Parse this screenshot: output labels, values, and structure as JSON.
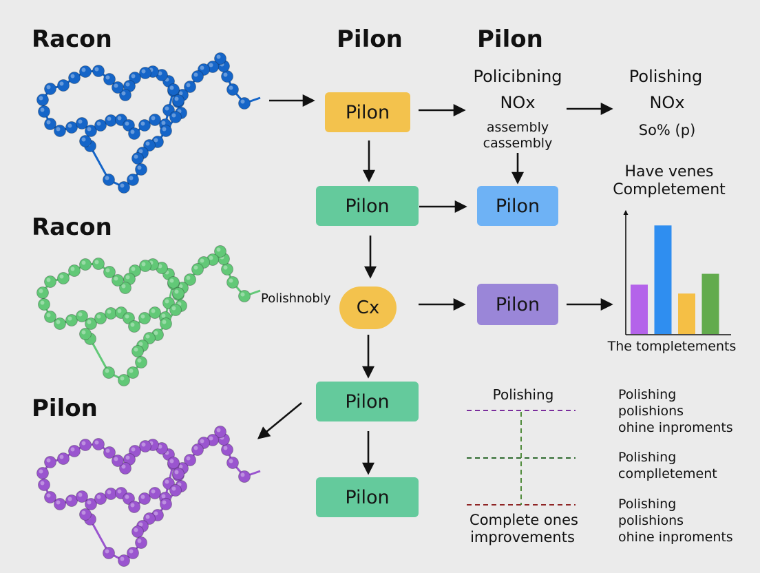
{
  "colors": {
    "background": "#ebebeb",
    "yellow": "#f3c24d",
    "green": "#64ca9c",
    "blue": "#6eb2f5",
    "purple": "#9a86d8",
    "chain_blue": "#1565c8",
    "chain_green": "#62c877",
    "chain_purple": "#9a55cf",
    "bar_purple": "#b463ea",
    "bar_blue": "#2f8ef0",
    "bar_yellow": "#f5bf45",
    "bar_green": "#62ab4d",
    "dash_purple": "#7a2d9c",
    "dash_green": "#2f6b2f",
    "dash_red": "#8f2525",
    "dash_vertical": "#4f8a3a"
  },
  "headings": {
    "racon_1": "Racon",
    "pilon_1": "Pilon",
    "pilon_2": "Pilon",
    "racon_2": "Racon",
    "pilon_3": "Pilon"
  },
  "chains": [
    {
      "name": "chain-blue",
      "color_key": "chain_blue"
    },
    {
      "name": "chain-green",
      "color_key": "chain_green"
    },
    {
      "name": "chain-purple",
      "color_key": "chain_purple"
    }
  ],
  "nodes": {
    "yellow_top": "Pilon",
    "green_1": "Pilon",
    "blue": "Pilon",
    "cx": "Cx",
    "purple": "Pilon",
    "green_2": "Pilon",
    "green_3": "Pilon"
  },
  "labels": {
    "policibning": "Policibning",
    "nox_1": "NOx",
    "assembly_1": "assembly",
    "assembly_2": "cassembly",
    "polishing_top": "Polishing",
    "nox_2": "NOx",
    "so_pct": "So% (p)",
    "polishnobly": "Polishnobly"
  },
  "chart_data": {
    "type": "bar",
    "title": "Have venes\nCompletement",
    "xlabel": "The tompletements",
    "ylabel": "",
    "categories": [
      "",
      "",
      "",
      ""
    ],
    "values": [
      5,
      11,
      4.1,
      6.1
    ],
    "colors": [
      "#b463ea",
      "#2f8ef0",
      "#f5bf45",
      "#62ab4d"
    ],
    "ylim": [
      0,
      12
    ],
    "grid": false
  },
  "legend": {
    "title": "Polishing",
    "caption_1": "Complete ones",
    "caption_2": "improvements",
    "entries": [
      {
        "line1": "Polishing",
        "line2": "polishions",
        "line3": "ohine inproments"
      },
      {
        "line1": "Polishing",
        "line2": "complletement"
      },
      {
        "line1": "Polishing",
        "line2": "polishions",
        "line3": "ohine inproments"
      }
    ]
  }
}
